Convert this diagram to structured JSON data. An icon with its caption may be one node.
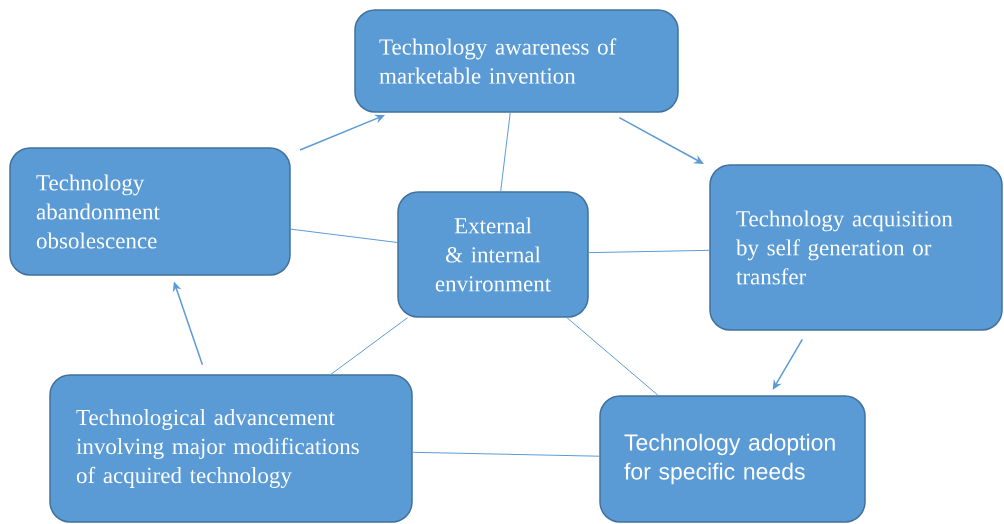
{
  "diagram": {
    "nodes": [
      {
        "text": [
          "Technology awareness of marketable invention"
        ]
      },
      {
        "text": [
          "Technology abandonment obsolescence"
        ]
      },
      {
        "text": [
          "External & internal environment"
        ]
      },
      {
        "text": [
          "Technology acquisition by self generation or transfer"
        ]
      },
      {
        "text": [
          "Technological advancement involving major modifications of acquired technology"
        ]
      },
      {
        "text": [
          "Technology adoption for specific needs"
        ]
      }
    ],
    "edges": [
      {
        "from": 1,
        "to": 0,
        "arrow": "to"
      },
      {
        "from": 0,
        "to": 3,
        "arrow": "to"
      },
      {
        "from": 3,
        "to": 5,
        "arrow": "to"
      },
      {
        "from": 4,
        "to": 1,
        "arrow": "to"
      },
      {
        "from": 2,
        "to": 0,
        "arrow": "none"
      },
      {
        "from": 2,
        "to": 1,
        "arrow": "none"
      },
      {
        "from": 2,
        "to": 3,
        "arrow": "none"
      },
      {
        "from": 2,
        "to": 4,
        "arrow": "none"
      },
      {
        "from": 2,
        "to": 5,
        "arrow": "none"
      },
      {
        "from": 4,
        "to": 5,
        "arrow": "none"
      }
    ]
  }
}
